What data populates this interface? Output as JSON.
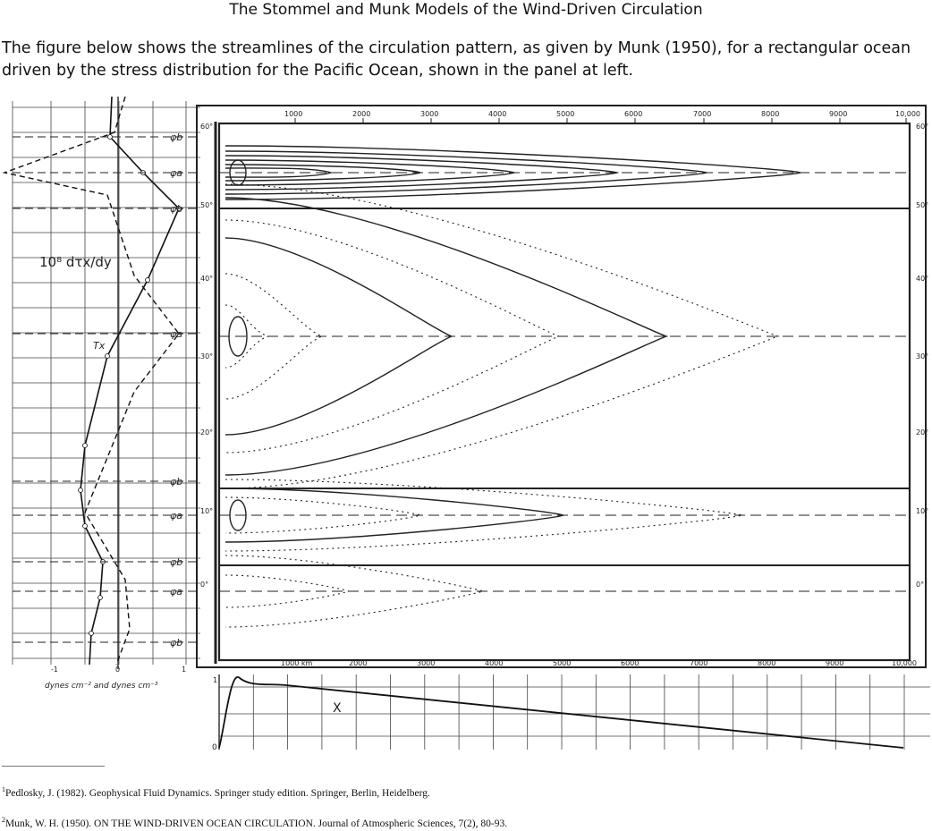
{
  "page": {
    "title": "The Stommel and Munk Models of the Wind-Driven Circulation",
    "intro": "The figure below shows the streamlines of the circulation pattern, as given by Munk (1950), for a rectangular ocean driven by the stress distribution for the Pacific Ocean, shown in the panel at left."
  },
  "figure": {
    "top_ticks": [
      "1000",
      "2000",
      "3000",
      "4000",
      "5000",
      "6000",
      "7000",
      "8000",
      "9000",
      "10,000"
    ],
    "bottom_ticks": [
      "1000 km",
      "2000",
      "3000",
      "4000",
      "5000",
      "6000",
      "7000",
      "8000",
      "9000",
      "10,000"
    ],
    "left_lat_labels": [
      "60°",
      "50°",
      "40°",
      "30°",
      "20°",
      "10°",
      "0°"
    ],
    "right_lat_labels": [
      "60°",
      "50°",
      "40°",
      "30°",
      "20°",
      "10°",
      "0°"
    ],
    "stress_panel": {
      "curve_label_dtau": "10⁸ dτx/dy",
      "curve_label_tau": "Tx",
      "phi_labels": [
        "φb",
        "φa",
        "φb",
        "φa",
        "φb",
        "φa",
        "φb",
        "φa",
        "φb"
      ],
      "x_ticks": [
        "-1",
        "0",
        "1"
      ],
      "units": "dynes cm⁻² and dynes cm⁻³"
    },
    "bottom_panel": {
      "curve_label": "X",
      "y_ticks": [
        "1",
        "0"
      ]
    }
  },
  "footnotes": [
    {
      "num": "1",
      "text": "Pedlosky, J. (1982). Geophysical Fluid Dynamics. Springer study edition. Springer, Berlin, Heidelberg."
    },
    {
      "num": "2",
      "text": "Munk, W. H. (1950). ON THE WIND-DRIVEN OCEAN CIRCULATION. Journal of Atmospheric Sciences, 7(2), 80-93."
    }
  ]
}
